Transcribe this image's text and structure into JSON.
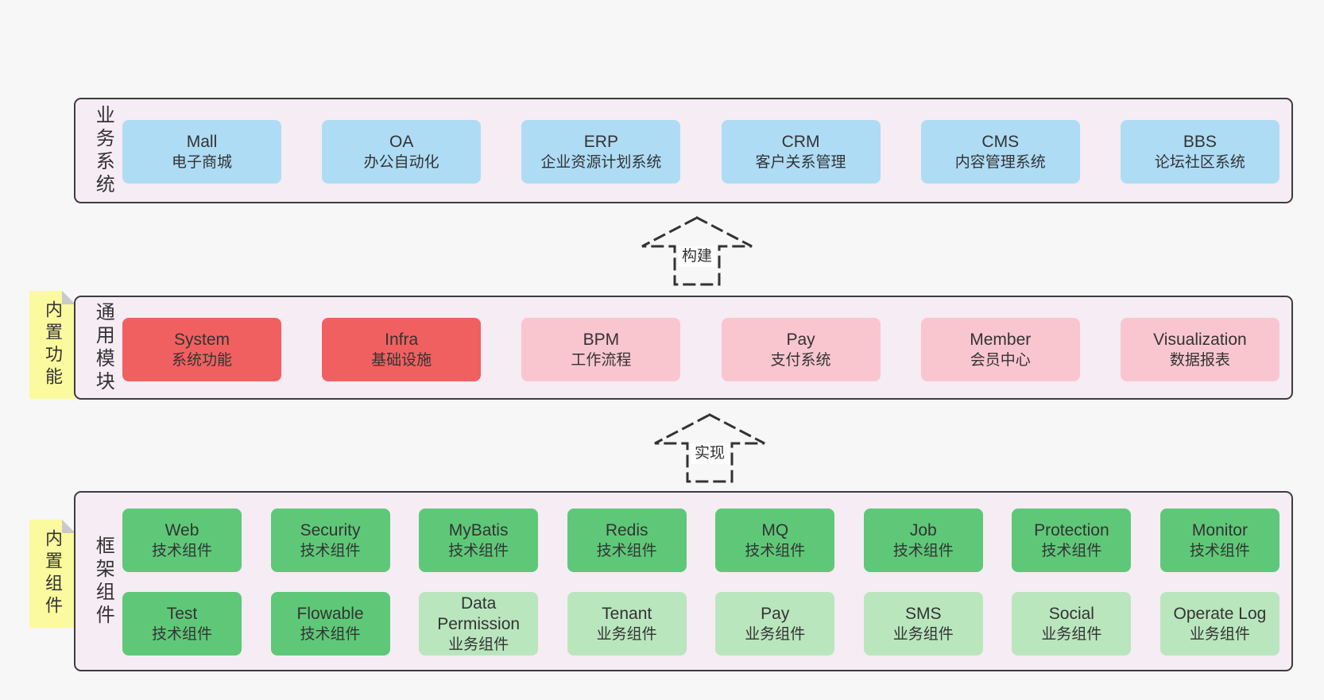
{
  "diagram": {
    "colors": {
      "page_bg": "#f7f7f7",
      "band_bg": "#f5ecf4",
      "band_border": "#3d3d3d",
      "blue_box": "#aedcf5",
      "red_box": "#f16060",
      "pink_box": "#f9c6d0",
      "green_box": "#5fc878",
      "light_green_box": "#b9e6bd",
      "note_yellow": "#fbfa9e",
      "text": "#333333"
    },
    "arrows": [
      {
        "label": "构建"
      },
      {
        "label": "实现"
      }
    ],
    "sections": {
      "business": {
        "label": "业务系统",
        "boxes": [
          {
            "name": "Mall",
            "desc": "电子商城"
          },
          {
            "name": "OA",
            "desc": "办公自动化"
          },
          {
            "name": "ERP",
            "desc": "企业资源计划系统"
          },
          {
            "name": "CRM",
            "desc": "客户关系管理"
          },
          {
            "name": "CMS",
            "desc": "内容管理系统"
          },
          {
            "name": "BBS",
            "desc": "论坛社区系统"
          }
        ]
      },
      "modules": {
        "label": "通用模块",
        "note": "内置功能",
        "boxes": [
          {
            "name": "System",
            "desc": "系统功能"
          },
          {
            "name": "Infra",
            "desc": "基础设施"
          },
          {
            "name": "BPM",
            "desc": "工作流程"
          },
          {
            "name": "Pay",
            "desc": "支付系统"
          },
          {
            "name": "Member",
            "desc": "会员中心"
          },
          {
            "name": "Visualization",
            "desc": "数据报表"
          }
        ]
      },
      "components": {
        "label": "框架组件",
        "note": "内置组件",
        "rows": [
          [
            {
              "name": "Web",
              "desc": "技术组件"
            },
            {
              "name": "Security",
              "desc": "技术组件"
            },
            {
              "name": "MyBatis",
              "desc": "技术组件"
            },
            {
              "name": "Redis",
              "desc": "技术组件"
            },
            {
              "name": "MQ",
              "desc": "技术组件"
            },
            {
              "name": "Job",
              "desc": "技术组件"
            },
            {
              "name": "Protection",
              "desc": "技术组件"
            },
            {
              "name": "Monitor",
              "desc": "技术组件"
            }
          ],
          [
            {
              "name": "Test",
              "desc": "技术组件"
            },
            {
              "name": "Flowable",
              "desc": "技术组件"
            },
            {
              "name": "Data Permission",
              "desc": "业务组件"
            },
            {
              "name": "Tenant",
              "desc": "业务组件"
            },
            {
              "name": "Pay",
              "desc": "业务组件"
            },
            {
              "name": "SMS",
              "desc": "业务组件"
            },
            {
              "name": "Social",
              "desc": "业务组件"
            },
            {
              "name": "Operate Log",
              "desc": "业务组件"
            }
          ]
        ]
      }
    }
  }
}
